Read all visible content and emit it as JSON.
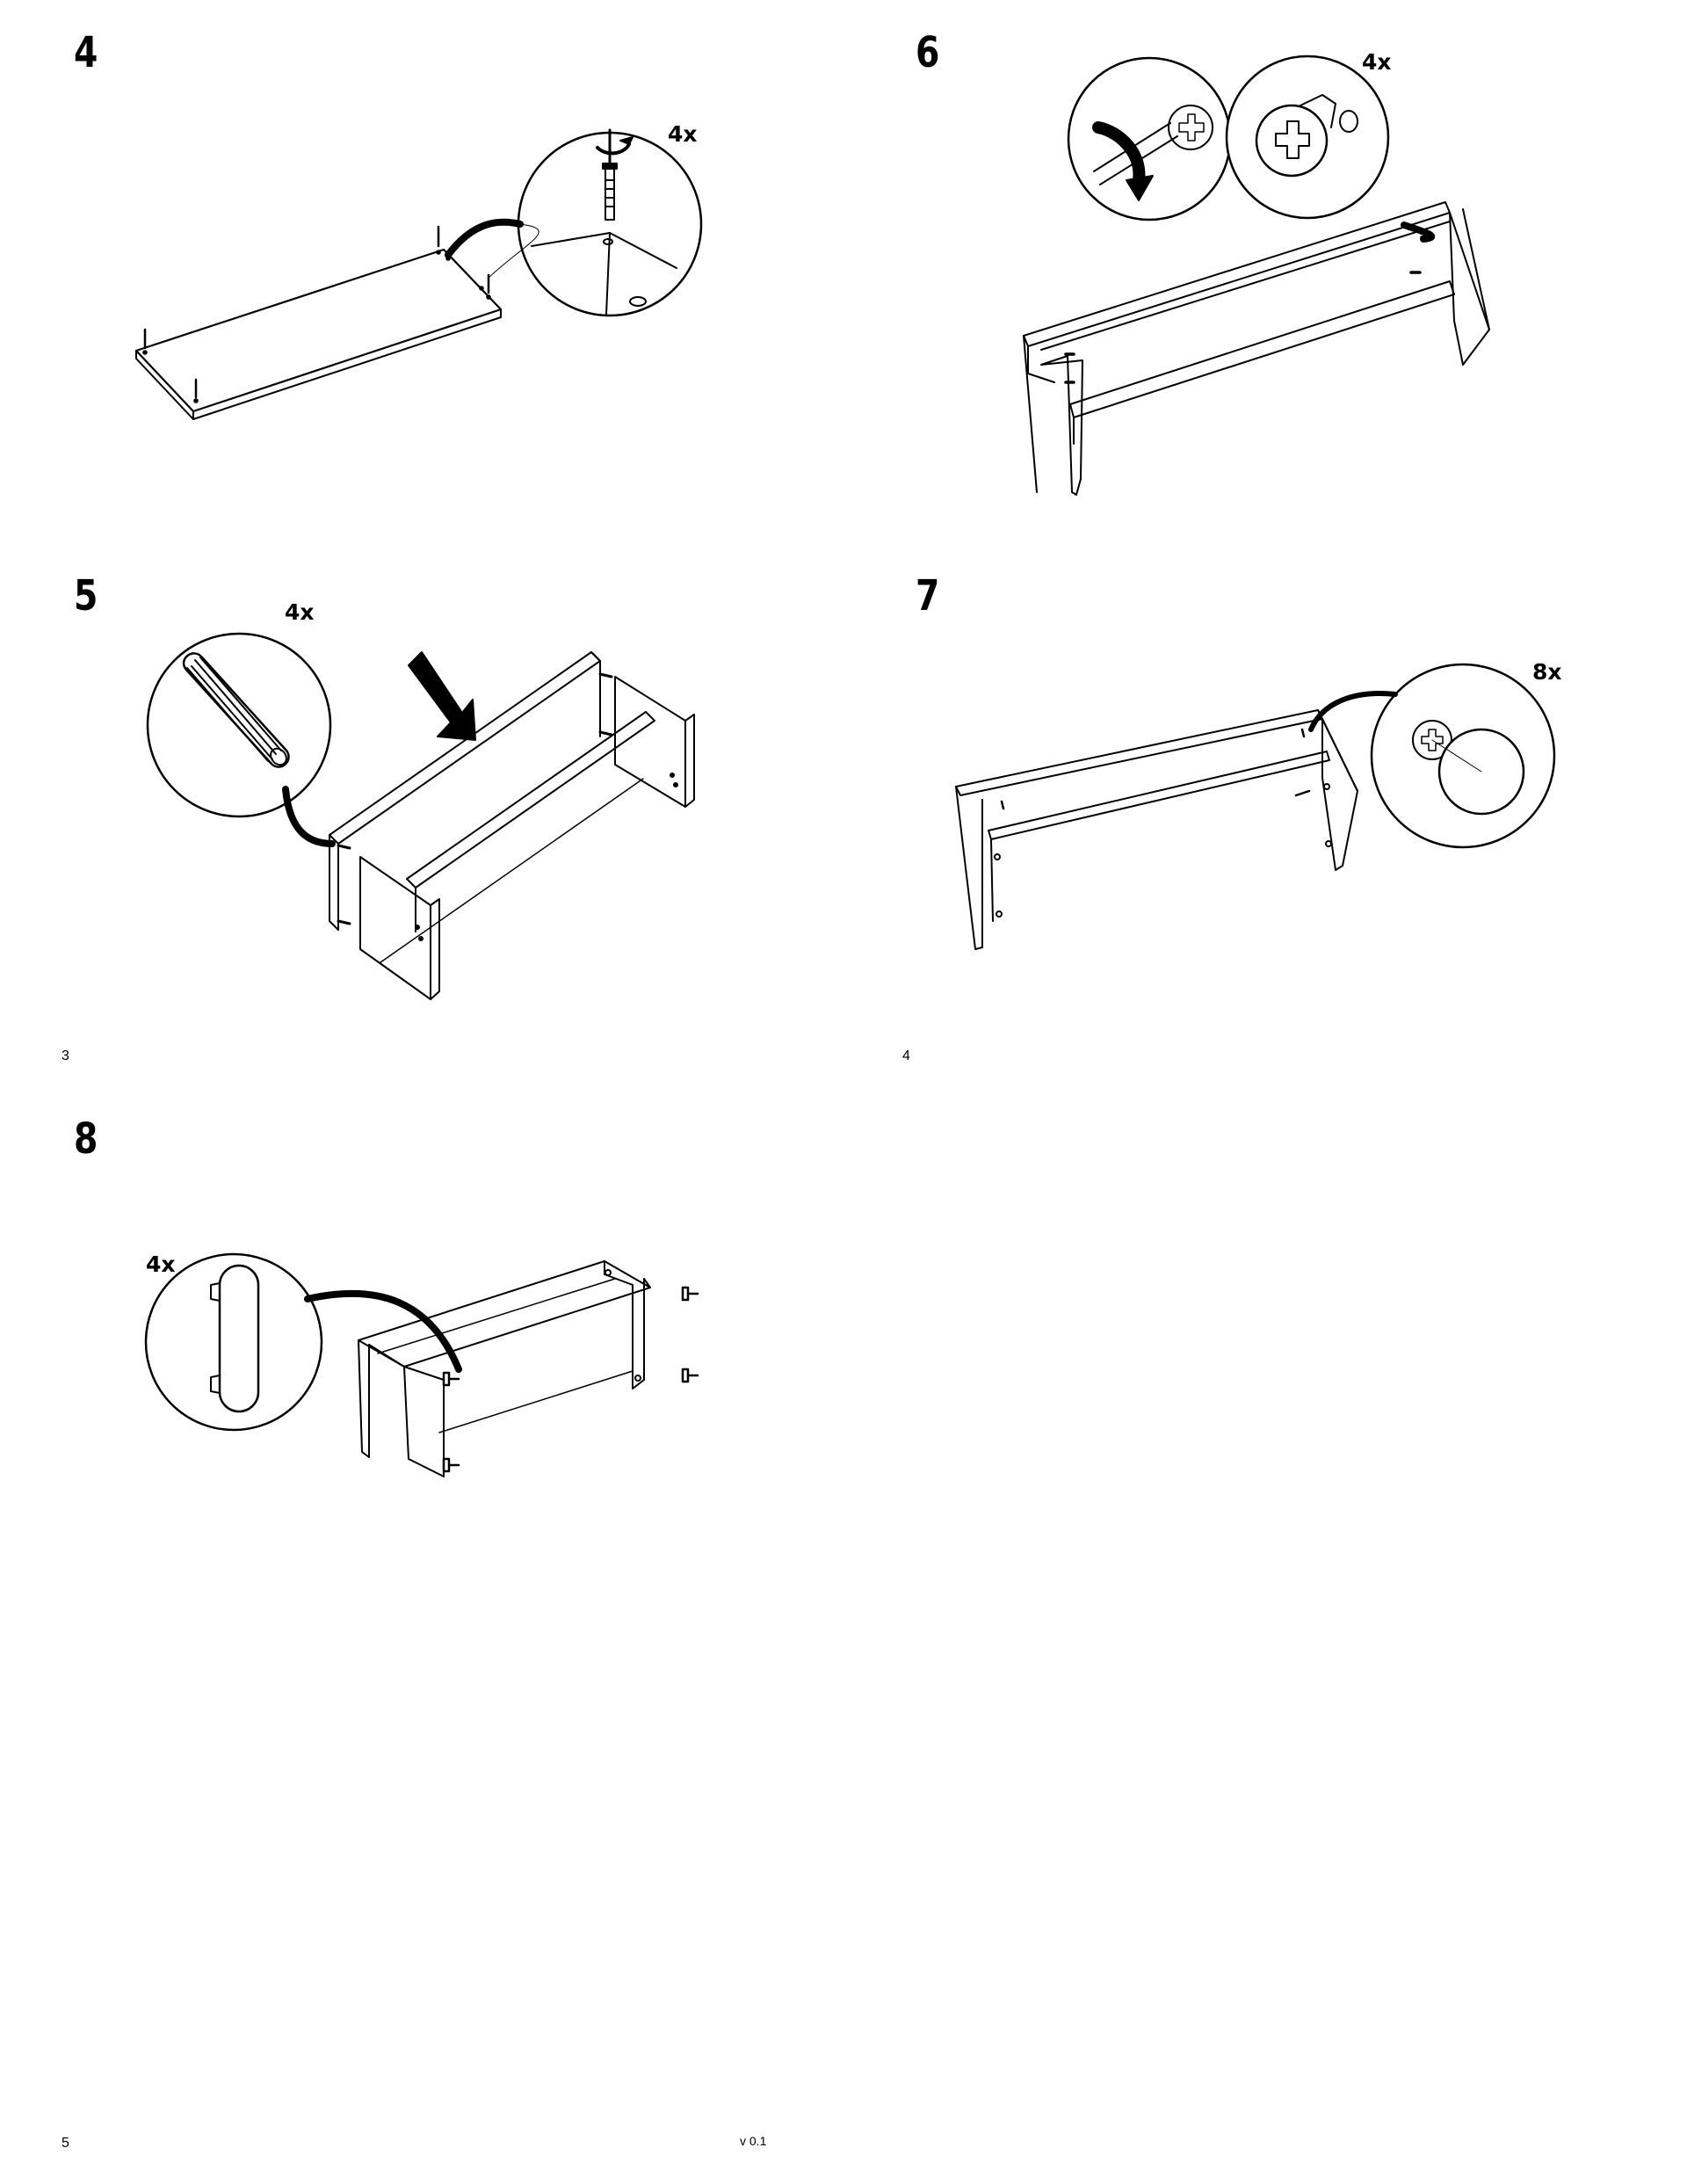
{
  "steps": [
    {
      "number": "4",
      "quantity": "4x"
    },
    {
      "number": "5",
      "quantity": "4x"
    },
    {
      "number": "6",
      "quantity": "4x"
    },
    {
      "number": "7",
      "quantity": "8x"
    },
    {
      "number": "8",
      "quantity": "4x"
    }
  ],
  "page_numbers": {
    "left": "3",
    "right": "4",
    "bottom": "5"
  },
  "version": "v 0.1",
  "colors": {
    "line": "#000000",
    "background": "#ffffff",
    "shade": "#cccccc"
  }
}
